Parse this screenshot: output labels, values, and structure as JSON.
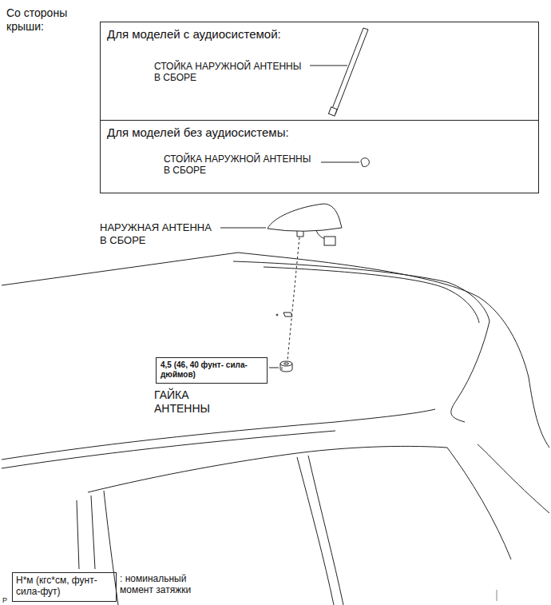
{
  "diagram": {
    "nodes": [
      {
        "text": [
          "Для моделей с аудиосистемой:",
          "СТОЙКА НАРУЖНОЙ АНТЕННЫ В СБОРЕ"
        ]
      },
      {
        "text": [
          "Для моделей без аудиосистемы:",
          "СТОЙКА НАРУЖНОЙ АНТЕННЫ В СБОРЕ"
        ]
      },
      {
        "text": [
          "4,5 (46, 40 фунт- сила-дюймов)"
        ]
      },
      {
        "text": [
          "Н*м (кгс*см, фунт- сила-фут)"
        ]
      }
    ],
    "labels": [
      "Со стороны крыши:",
      "НАРУЖНАЯ АНТЕННА В СБОРЕ",
      "ГАЙКА АНТЕННЫ",
      ": номинальный момент затяжки",
      "P"
    ]
  }
}
